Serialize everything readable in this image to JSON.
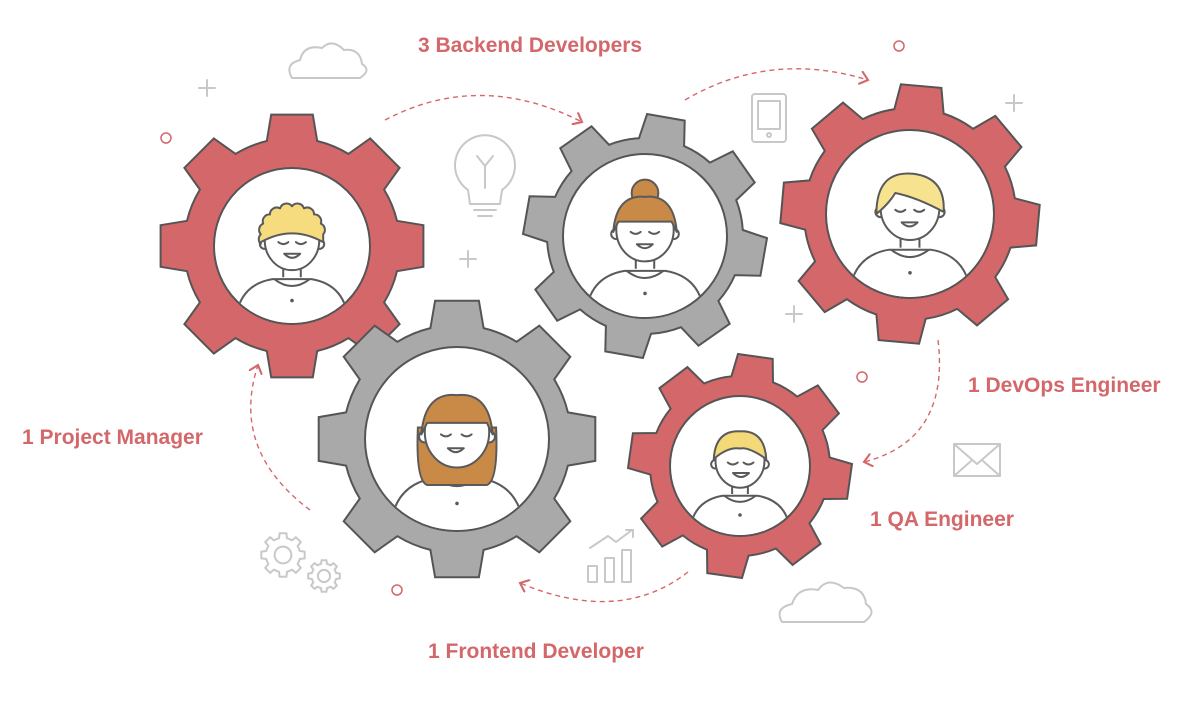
{
  "colors": {
    "accent": "#d4676a",
    "gear_gray": "#a9a9a9",
    "outline": "#5a5a5a",
    "decor": "#c8c8c8",
    "hair_blonde_curly": "#f6dc7f",
    "hair_brown": "#c98a47",
    "hair_blonde": "#f7e38f",
    "hair_blonde_short": "#f4d978"
  },
  "roles": {
    "backend": "3 Backend Developers",
    "pm": "1 Project Manager",
    "devops": "1 DevOps Engineer",
    "qa": "1 QA Engineer",
    "frontend": "1 Frontend Developer"
  },
  "gears": [
    {
      "id": "pm",
      "color": "accent",
      "avatar": "curly-hair-man"
    },
    {
      "id": "backend",
      "color": "gray",
      "avatar": "bun-hair-woman"
    },
    {
      "id": "devops",
      "color": "accent",
      "avatar": "fringe-man"
    },
    {
      "id": "frontend",
      "color": "gray",
      "avatar": "bob-hair-woman"
    },
    {
      "id": "qa",
      "color": "accent",
      "avatar": "short-hair-man"
    }
  ],
  "icons": [
    "cloud-icon",
    "lightbulb-icon",
    "phone-icon",
    "envelope-icon",
    "bar-chart-icon",
    "cogs-icon"
  ]
}
